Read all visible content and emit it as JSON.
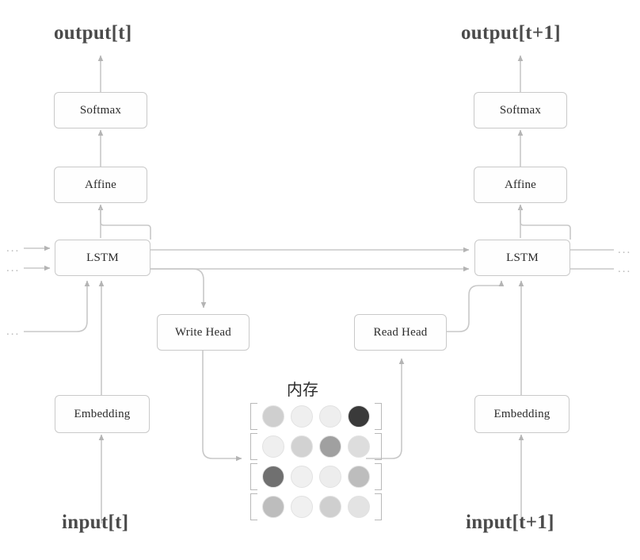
{
  "diagram": {
    "title_left": "output[t]",
    "title_right": "output[t+1]",
    "input_left": "input[t]",
    "input_right": "input[t+1]",
    "memory_title": "内存",
    "ellipsis": "...",
    "nodes": {
      "softmax": "Softmax",
      "affine": "Affine",
      "lstm": "LSTM",
      "embedding": "Embedding",
      "write_head": "Write Head",
      "read_head": "Read Head"
    },
    "colors": {
      "box_border": "#c9c9c9",
      "box_fill": "#fefefe",
      "wire": "#c8c8c8",
      "text": "#2b2b2b",
      "label_text": "#4a4a4a",
      "bracket": "#b9b9b9"
    },
    "memory": {
      "rows": 4,
      "cols": 4,
      "cell_shades": [
        [
          "#cfcfcf",
          "#efefef",
          "#eeeeee",
          "#3a3a3a"
        ],
        [
          "#efefef",
          "#d2d2d2",
          "#a0a0a0",
          "#dddddd"
        ],
        [
          "#707070",
          "#f0f0f0",
          "#ededed",
          "#bdbdbd"
        ],
        [
          "#bdbdbd",
          "#f0f0f0",
          "#cfcfcf",
          "#e3e3e3"
        ]
      ]
    }
  }
}
